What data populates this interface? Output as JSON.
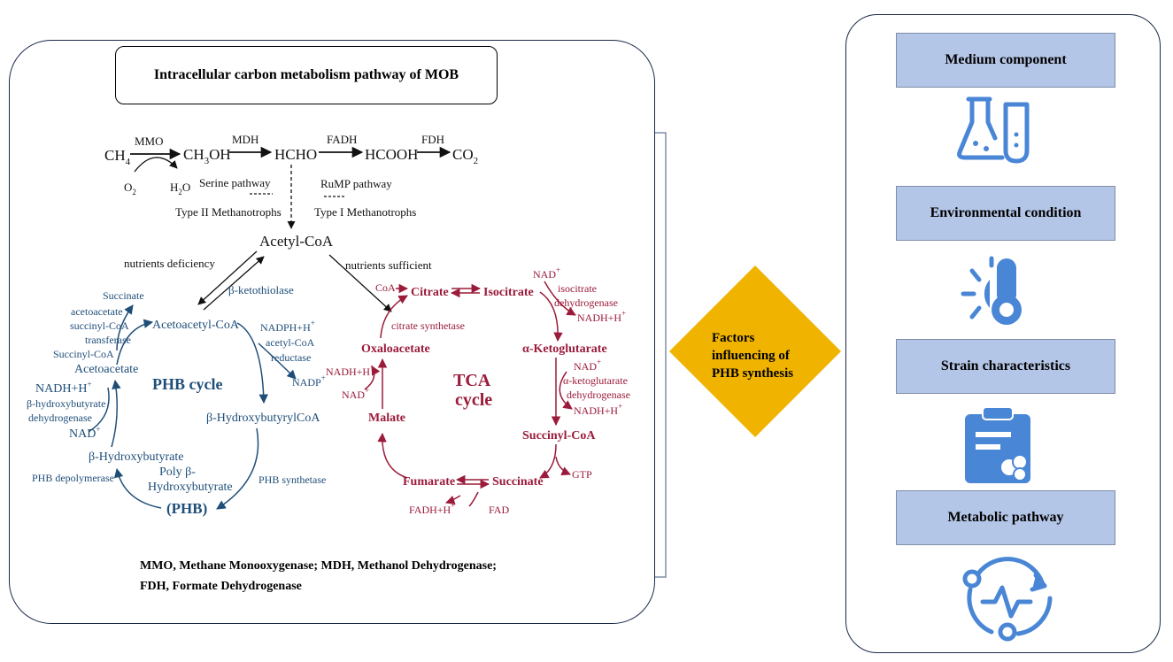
{
  "title": "Intracellular carbon metabolism pathway of MOB",
  "top_chain": {
    "ch4": "CH",
    "ch4_sub": "4",
    "mmo": "MMO",
    "ch3oh_a": "CH",
    "ch3oh_sub": "3",
    "ch3oh_b": "OH",
    "mdh": "MDH",
    "hcho": "HCHO",
    "fadh": "FADH",
    "hcooh": "HCOOH",
    "fdh": "FDH",
    "co2": "CO",
    "co2_sub": "2",
    "o2": "O",
    "o2_sub": "2",
    "h2o_a": "H",
    "h2o_sub": "2",
    "h2o_b": "O",
    "serine": "Serine pathway",
    "rump": "RuMP pathway",
    "type2": "Type II Methanotrophs",
    "type1": "Type I Methanotrophs",
    "acetyl_coa": "Acetyl-CoA",
    "nutrients_deficiency": "nutrients deficiency",
    "nutrients_sufficient": "nutrients sufficient"
  },
  "phb": {
    "ketothiolase": "β-ketothiolase",
    "acetoacetyl_coa": "Acetoacetyl-CoA",
    "succinate": "Succinate",
    "acetoacetate_lbl": "acetoacetate",
    "succinyl_coa_lbl": "succinyl-CoA",
    "transferase": "transferase",
    "succinyl_coa": "Succinyl-CoA",
    "acetoacetate": "Acetoacetate",
    "nadh_h": "NADH+H",
    "b_hb_dehydro_1": "β-hydroxybutyrate",
    "b_hb_dehydro_2": "dehydrogenase",
    "nad": "NAD",
    "nadph_h": "NADPH+H",
    "acetyl_coa_reductase_1": "acetyl-CoA",
    "acetyl_coa_reductase_2": "reductase",
    "nadp": "NADP",
    "cycle_label": "PHB cycle",
    "hydroxybutyryl_coa": "β-HydroxybutyrylCoA",
    "hydroxybutyrate": "β-Hydroxybutyrate",
    "poly_1": "Poly β-",
    "poly_2": "Hydroxybutyrate",
    "phb_abbr": "(PHB)",
    "depolymerase": "PHB depolymerase",
    "synthetase": "PHB synthetase",
    "plus": "+"
  },
  "tca": {
    "coa": "CoA",
    "citrate": "Citrate",
    "isocitrate": "Isocitrate",
    "nad": "NAD",
    "isocitrate_dh_1": "isocitrate",
    "isocitrate_dh_2": "dehydrogenase",
    "nadh_h": "NADH+H",
    "citrate_synthetase": "citrate synthetase",
    "oxaloacetate": "Oxaloacetate",
    "ketoglutarate": "α-Ketoglutarate",
    "kg_dh_1": "α-ketoglutarate",
    "kg_dh_2": "dehydrogenase",
    "cycle_1": "TCA",
    "cycle_2": "cycle",
    "malate": "Malate",
    "succinyl_coa": "Succinyl-CoA",
    "gtp": "GTP",
    "fumarate": "Fumarate",
    "succinate": "Succinate",
    "fadh_h": "FADH+H",
    "fad": "FAD",
    "plus": "+"
  },
  "footnote_1": "MMO, Methane Monooxygenase; MDH, Methanol Dehydrogenase;",
  "footnote_2": "FDH, Formate Dehydrogenase",
  "center_label": [
    "Factors",
    "influencing of",
    "PHB synthesis"
  ],
  "factors": [
    "Medium component",
    "Environmental condition",
    "Strain characteristics",
    "Metabolic pathway"
  ],
  "icons": [
    "lab-flask-icon",
    "sun-thermometer-icon",
    "clipboard-report-icon",
    "cycle-pulse-icon"
  ],
  "colors": {
    "black": "#111111",
    "phb_blue": "#1f4e79",
    "tca_red": "#9b1b3a",
    "factor_fill": "#b4c6e7",
    "diamond": "#f0b400",
    "icon_blue": "#4a86d6"
  }
}
